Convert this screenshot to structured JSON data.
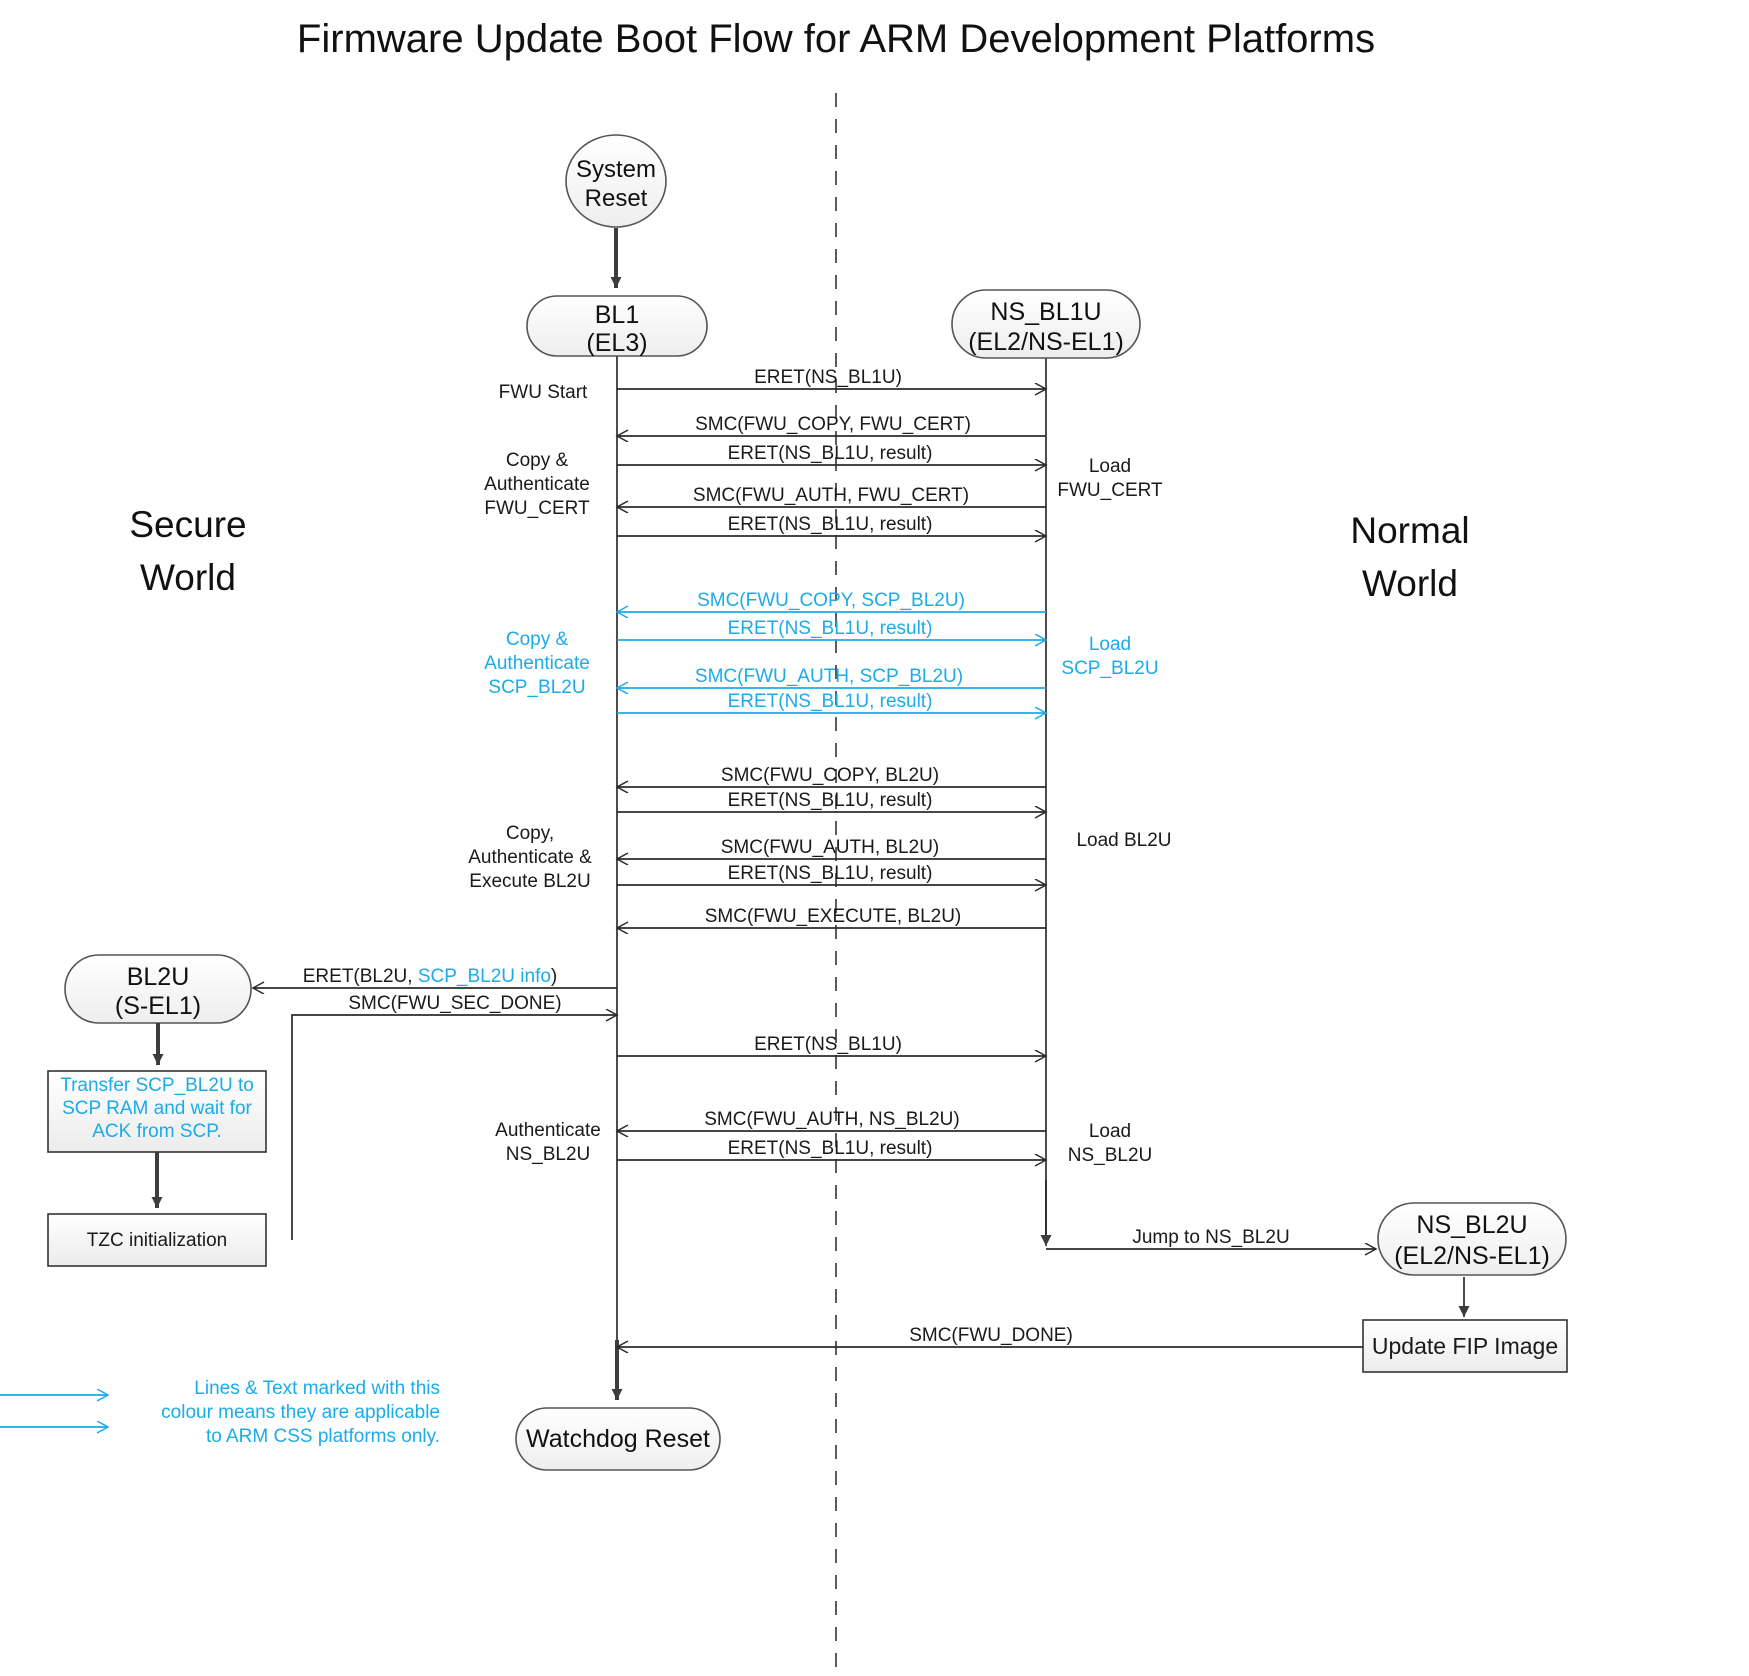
{
  "title": "Firmware Update Boot Flow for ARM Development Platforms",
  "colors": {
    "accent_cyan": "#1BABE8",
    "line": "#2b2b2b",
    "node_fill": "#f4f4f4"
  },
  "worlds": {
    "secure_line1": "Secure",
    "secure_line2": "World",
    "normal_line1": "Normal",
    "normal_line2": "World"
  },
  "nodes": {
    "system_reset_l1": "System",
    "system_reset_l2": "Reset",
    "bl1_l1": "BL1",
    "bl1_l2": "(EL3)",
    "ns_bl1u_l1": "NS_BL1U",
    "ns_bl1u_l2": "(EL2/NS-EL1)",
    "bl2u_l1": "BL2U",
    "bl2u_l2": "(S-EL1)",
    "ns_bl2u_l1": "NS_BL2U",
    "ns_bl2u_l2": "(EL2/NS-EL1)",
    "watchdog_reset": "Watchdog Reset"
  },
  "process_boxes": {
    "transfer_l1": "Transfer SCP_BL2U to",
    "transfer_l2": "SCP RAM and wait for",
    "transfer_l3": "ACK from SCP.",
    "tzc_init": "TZC initialization",
    "update_fip": "Update FIP Image"
  },
  "messages": [
    {
      "id": "m1",
      "label": "ERET(NS_BL1U)",
      "dir": "right",
      "cyan": false
    },
    {
      "id": "m2",
      "label": "SMC(FWU_COPY, FWU_CERT)",
      "dir": "left",
      "cyan": false
    },
    {
      "id": "m3",
      "label": "ERET(NS_BL1U, result)",
      "dir": "right",
      "cyan": false
    },
    {
      "id": "m4",
      "label": "SMC(FWU_AUTH, FWU_CERT)",
      "dir": "left",
      "cyan": false
    },
    {
      "id": "m5",
      "label": "ERET(NS_BL1U, result)",
      "dir": "right",
      "cyan": false
    },
    {
      "id": "m6",
      "label": "SMC(FWU_COPY, SCP_BL2U)",
      "dir": "left",
      "cyan": true
    },
    {
      "id": "m7",
      "label": "ERET(NS_BL1U, result)",
      "dir": "right",
      "cyan": true
    },
    {
      "id": "m8",
      "label": "SMC(FWU_AUTH, SCP_BL2U)",
      "dir": "left",
      "cyan": true
    },
    {
      "id": "m9",
      "label": "ERET(NS_BL1U, result)",
      "dir": "right",
      "cyan": true
    },
    {
      "id": "m10",
      "label": "SMC(FWU_COPY, BL2U)",
      "dir": "left",
      "cyan": false
    },
    {
      "id": "m11",
      "label": "ERET(NS_BL1U, result)",
      "dir": "right",
      "cyan": false
    },
    {
      "id": "m12",
      "label": "SMC(FWU_AUTH, BL2U)",
      "dir": "left",
      "cyan": false
    },
    {
      "id": "m13",
      "label": "ERET(NS_BL1U, result)",
      "dir": "right",
      "cyan": false
    },
    {
      "id": "m14",
      "label": "SMC(FWU_EXECUTE, BL2U)",
      "dir": "left",
      "cyan": false
    },
    {
      "id": "m17",
      "label": "ERET(NS_BL1U)",
      "dir": "right",
      "cyan": false
    },
    {
      "id": "m18",
      "label": "SMC(FWU_AUTH, NS_BL2U)",
      "dir": "left",
      "cyan": false
    },
    {
      "id": "m19",
      "label": "ERET(NS_BL1U, result)",
      "dir": "right",
      "cyan": false
    }
  ],
  "eret_bl2u": {
    "pre": "ERET(BL2U, ",
    "cyan_part": "SCP_BL2U info",
    "post": ")"
  },
  "smc_sec_done": "SMC(FWU_SEC_DONE)",
  "jump_to_ns_bl2u": "Jump to NS_BL2U",
  "smc_fwu_done": "SMC(FWU_DONE)",
  "left_annotations": [
    {
      "id": "a1",
      "lines": [
        "FWU Start"
      ],
      "cyan": false
    },
    {
      "id": "a2",
      "lines": [
        "Copy &",
        "Authenticate",
        "FWU_CERT"
      ],
      "cyan": false
    },
    {
      "id": "a3",
      "lines": [
        "Copy &",
        "Authenticate",
        "SCP_BL2U"
      ],
      "cyan": true
    },
    {
      "id": "a4",
      "lines": [
        "Copy,",
        "Authenticate &",
        "Execute BL2U"
      ],
      "cyan": false
    },
    {
      "id": "a5",
      "lines": [
        "Authenticate",
        "NS_BL2U"
      ],
      "cyan": false
    }
  ],
  "right_annotations": [
    {
      "id": "r1",
      "lines": [
        "Load",
        "FWU_CERT"
      ],
      "cyan": false
    },
    {
      "id": "r2",
      "lines": [
        "Load",
        "SCP_BL2U"
      ],
      "cyan": true
    },
    {
      "id": "r3",
      "lines": [
        "Load BL2U"
      ],
      "cyan": false
    },
    {
      "id": "r4",
      "lines": [
        "Load",
        "NS_BL2U"
      ],
      "cyan": false
    }
  ],
  "legend": {
    "line1": "Lines & Text marked with this",
    "line2": "colour means they are applicable",
    "line3": "to ARM CSS platforms only."
  }
}
